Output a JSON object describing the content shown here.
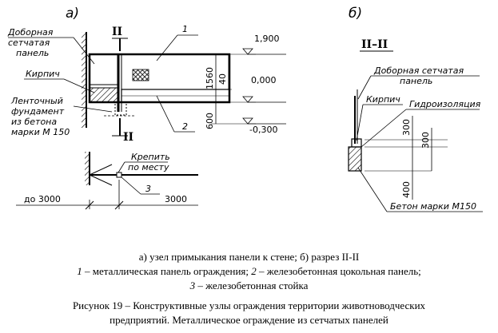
{
  "diagram": {
    "part_a_label": "а)",
    "part_b_label": "б)",
    "section_mark": "II",
    "section_title": "II–II",
    "callouts": {
      "extra_mesh_panel": [
        "Доборная",
        "сетчатая",
        "панель"
      ],
      "brick": "Кирпич",
      "strip_foundation": [
        "Ленточный",
        "фундамент",
        "из бетона",
        "марки М 150"
      ],
      "fix_in_place": [
        "Крепить",
        "по месту"
      ],
      "b_extra_mesh_panel": [
        "Доборная сетчатая",
        "панель"
      ],
      "b_brick": "Кирпич",
      "b_waterproofing": "Гидроизоляция",
      "b_concrete": "Бетон марки М150"
    },
    "numbers": {
      "n1": "1",
      "n2": "2",
      "n3": "3"
    },
    "dimensions": {
      "elev_top": "1,900",
      "elev_zero": "0,000",
      "elev_bottom": "-0,300",
      "d1560": "1560",
      "d40": "40",
      "d600": "600",
      "up_to_3000": "до 3000",
      "d3000": "3000",
      "b300a": "300",
      "b300b": "300",
      "b400": "400"
    }
  },
  "caption": {
    "line1": "а) узел примыкания панели к стене; б) разрез II-II",
    "line2_num": "1",
    "line2_text": " – металлическая панель ограждения; ",
    "line2_num2": "2",
    "line2_text2": " – железобетонная цокольная панель;",
    "line3_num": "3",
    "line3_text": " – железобетонная стойка",
    "line4": "Рисунок 19 – Конструктивные узлы ограждения территории животноводческих",
    "line5": "предприятий. Металлическое ограждение из сетчатых панелей"
  }
}
